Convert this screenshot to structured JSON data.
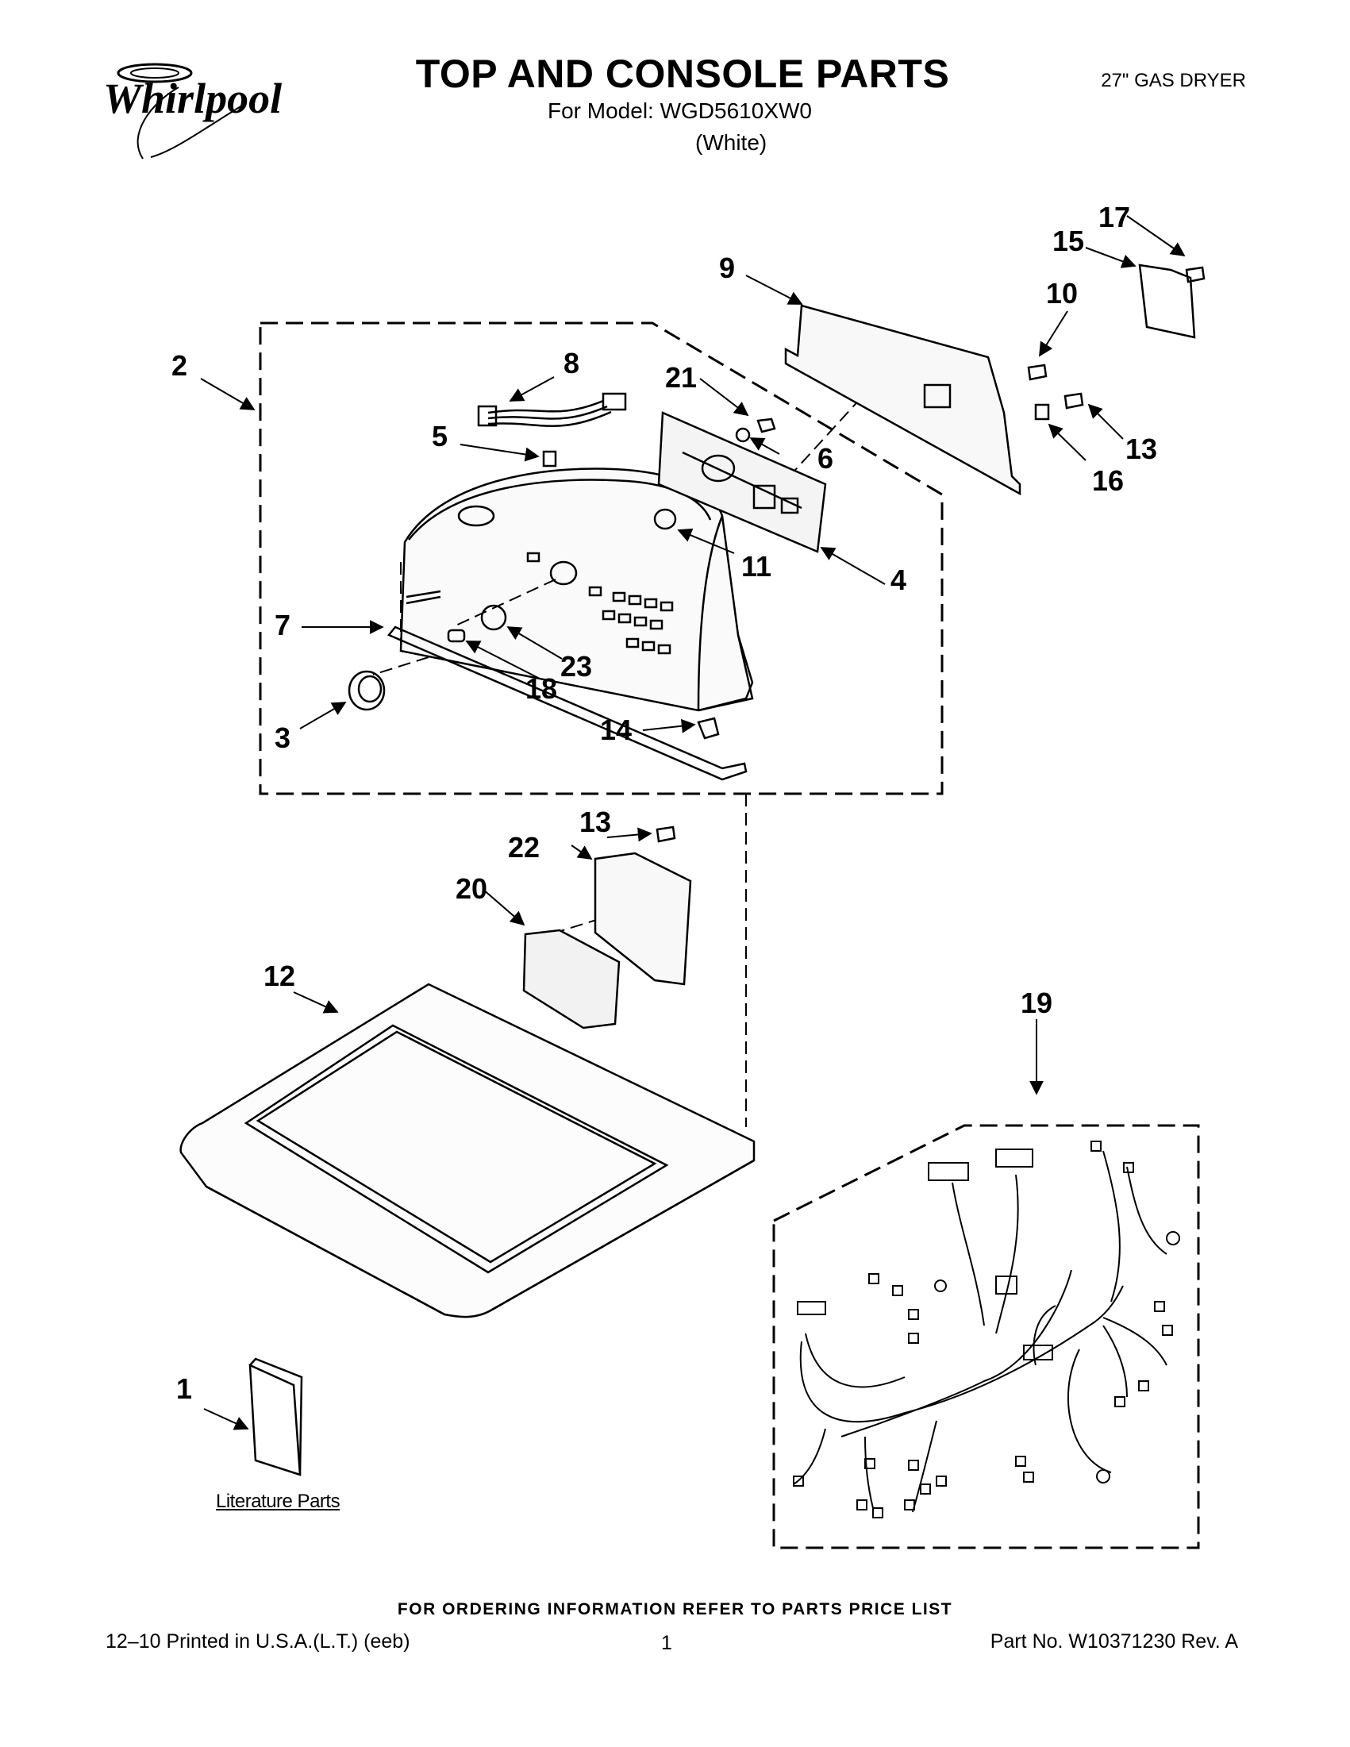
{
  "brand": {
    "name": "Whirlpool"
  },
  "header": {
    "title": "TOP AND CONSOLE PARTS",
    "model_line": "For Model: WGD5610XW0",
    "color": "(White)",
    "product": "27\" GAS DRYER"
  },
  "diagram": {
    "callouts": [
      {
        "id": "c1",
        "label": "1"
      },
      {
        "id": "c2",
        "label": "2"
      },
      {
        "id": "c3",
        "label": "3"
      },
      {
        "id": "c4",
        "label": "4"
      },
      {
        "id": "c5",
        "label": "5"
      },
      {
        "id": "c6",
        "label": "6"
      },
      {
        "id": "c7",
        "label": "7"
      },
      {
        "id": "c8",
        "label": "8"
      },
      {
        "id": "c9",
        "label": "9"
      },
      {
        "id": "c10",
        "label": "10"
      },
      {
        "id": "c11",
        "label": "11"
      },
      {
        "id": "c12",
        "label": "12"
      },
      {
        "id": "c13a",
        "label": "13"
      },
      {
        "id": "c13b",
        "label": "13"
      },
      {
        "id": "c14",
        "label": "14"
      },
      {
        "id": "c15",
        "label": "15"
      },
      {
        "id": "c16",
        "label": "16"
      },
      {
        "id": "c17",
        "label": "17"
      },
      {
        "id": "c18",
        "label": "18"
      },
      {
        "id": "c19",
        "label": "19"
      },
      {
        "id": "c20",
        "label": "20"
      },
      {
        "id": "c21",
        "label": "21"
      },
      {
        "id": "c22",
        "label": "22"
      },
      {
        "id": "c23",
        "label": "23"
      }
    ],
    "literature_label": "Literature Parts"
  },
  "footer": {
    "order_note": "FOR ORDERING INFORMATION REFER TO PARTS PRICE LIST",
    "printed": "12–10 Printed in U.S.A.(L.T.) (eeb)",
    "page": "1",
    "part_no": "Part No. W10371230 Rev. A"
  }
}
